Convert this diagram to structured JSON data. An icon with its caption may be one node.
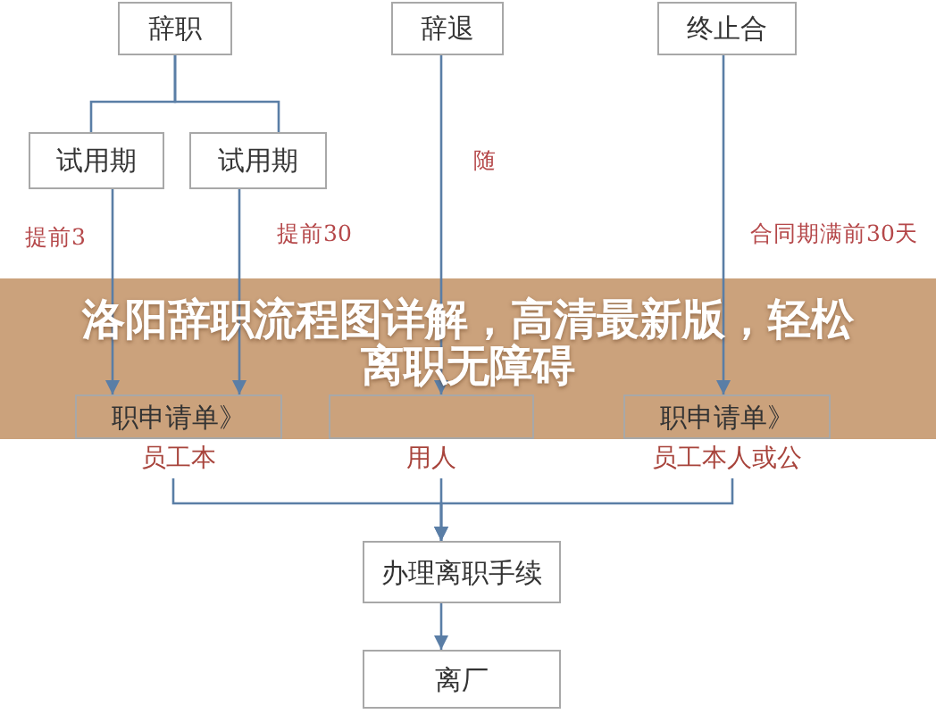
{
  "diagram": {
    "title": "洛阳辞职流程图详解，高清最新版，轻松离职无障碍",
    "nodes": [
      {
        "text": [
          "辞职"
        ]
      },
      {
        "text": [
          "辞退"
        ]
      },
      {
        "text": [
          "终止合"
        ]
      },
      {
        "text": [
          "试用期"
        ]
      },
      {
        "text": [
          "试用期"
        ]
      },
      {
        "text": [
          "职申请单》"
        ],
        "beside": [
          "员工本"
        ]
      },
      {
        "text": [],
        "shape": "box",
        "beside": [
          "用人"
        ]
      },
      {
        "text": [
          "职申请单》"
        ],
        "beside": [
          "员工本人或公"
        ]
      },
      {
        "text": [
          "办理离职手续"
        ]
      },
      {
        "text": [
          "离厂"
        ]
      }
    ],
    "edges": [
      {
        "from": 0,
        "to": 3,
        "arrow": "none"
      },
      {
        "from": 0,
        "to": 4,
        "arrow": "none"
      },
      {
        "from": 3,
        "to": 5,
        "arrow": "to",
        "label": "提前3"
      },
      {
        "from": 4,
        "to": 5,
        "arrow": "to",
        "label": "提前30"
      },
      {
        "from": 1,
        "to": 6,
        "arrow": "to",
        "label": "随"
      },
      {
        "from": 2,
        "to": 7,
        "arrow": "to",
        "label": "合同期满前30天"
      },
      {
        "from": 5,
        "to": 8,
        "arrow": "to"
      },
      {
        "from": 6,
        "to": 8,
        "arrow": "to"
      },
      {
        "from": 7,
        "to": 8,
        "arrow": "to"
      },
      {
        "from": 8,
        "to": 9,
        "arrow": "to"
      }
    ]
  }
}
